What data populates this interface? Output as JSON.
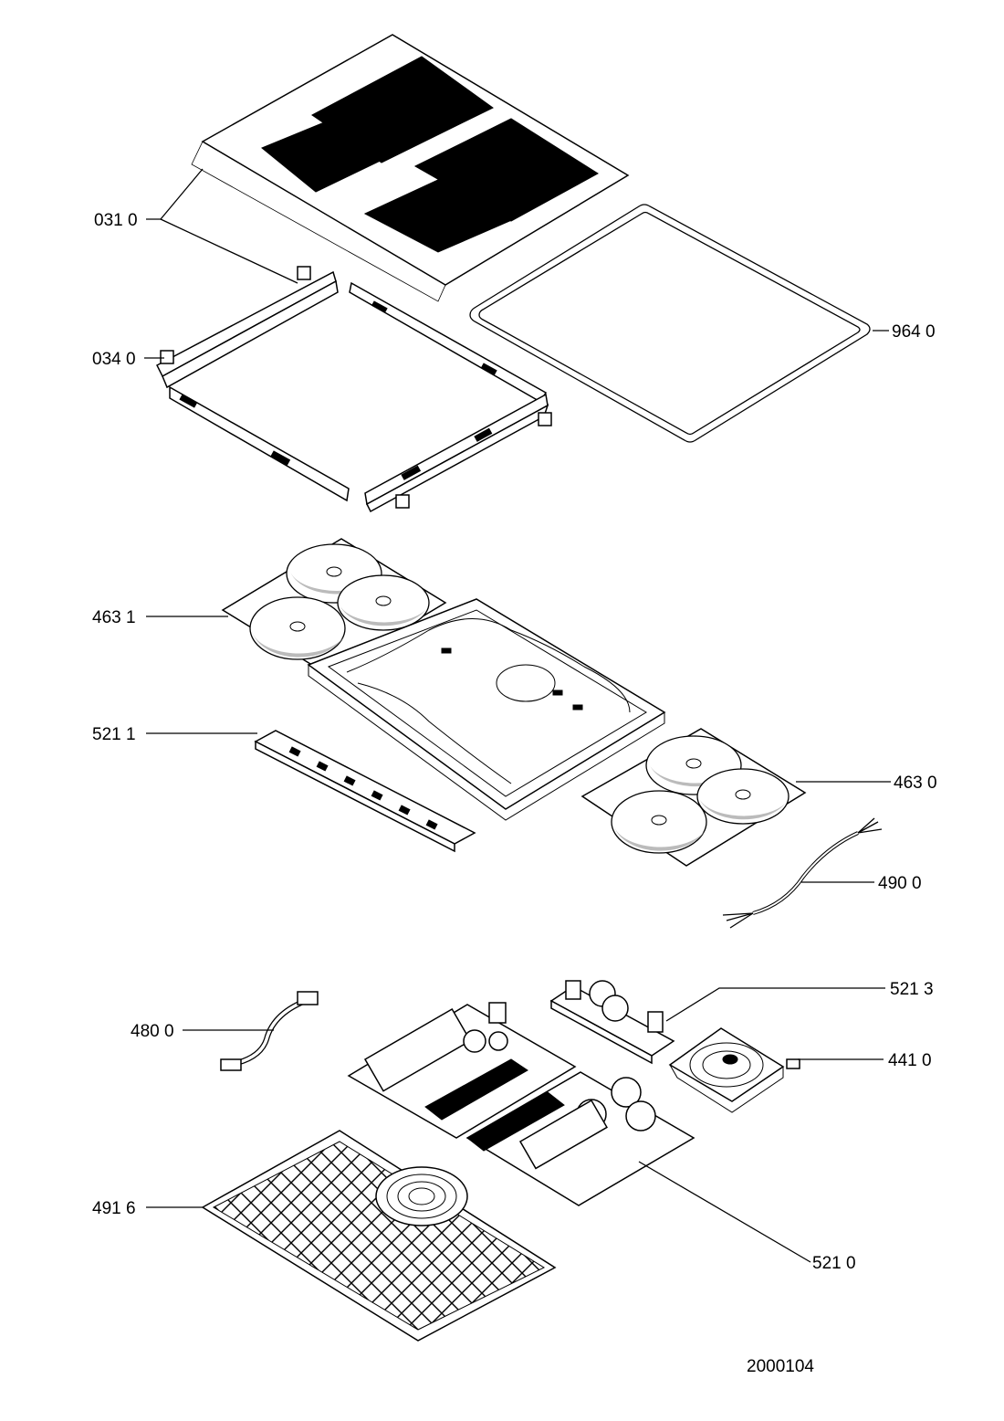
{
  "callouts": {
    "c0310": "031 0",
    "c0340": "034 0",
    "c9640": "964 0",
    "c4631": "463 1",
    "c5211": "521 1",
    "c4630": "463 0",
    "c4900": "490 0",
    "c5213": "521 3",
    "c4800": "480 0",
    "c4410": "441 0",
    "c4916": "491 6",
    "c5210": "521 0"
  },
  "drawing_number": "2000104"
}
